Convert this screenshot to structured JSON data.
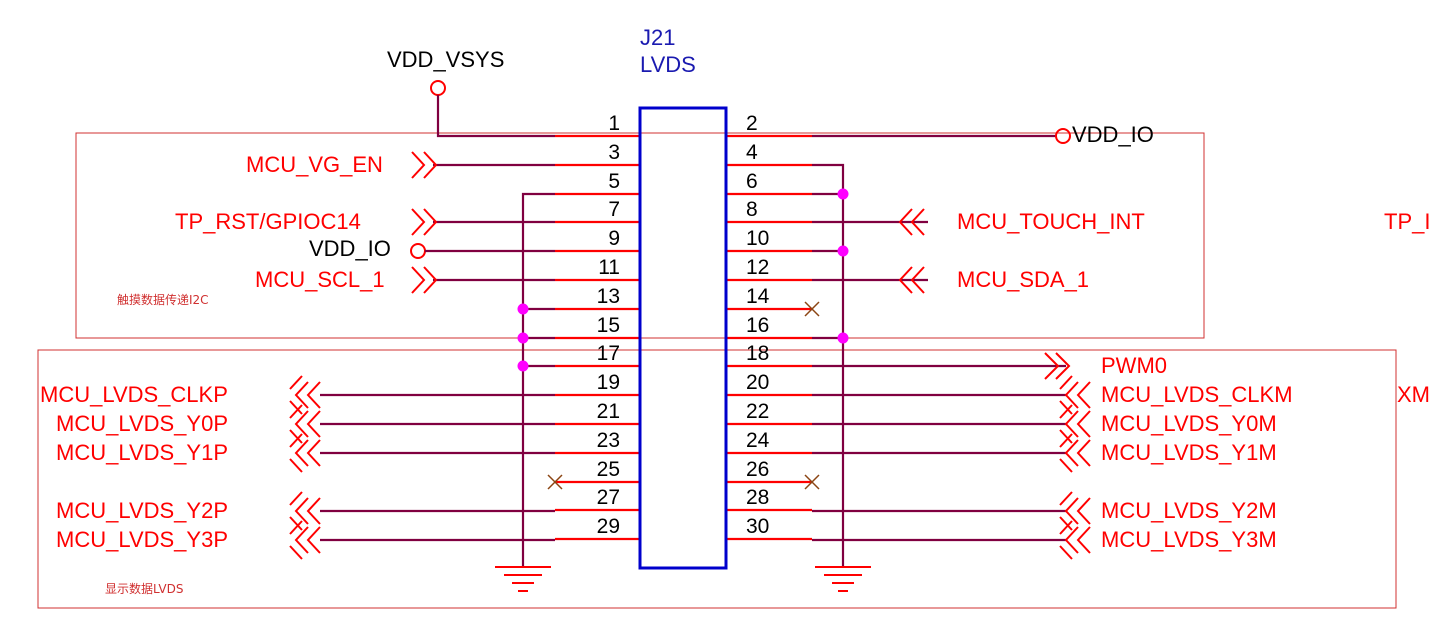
{
  "colors": {
    "wire": "#800040",
    "pin_stub": "#ff0000",
    "net_label": "#ff0000",
    "junction": "#ff00ff",
    "connector_body": "#0000cc",
    "reference_text": "#1a1ab0",
    "power_port": "#ff0000",
    "no_connect": "#8b4513",
    "group_box": "#d03030"
  },
  "connector": {
    "designator": "J21",
    "value": "LVDS"
  },
  "power": {
    "vsys": "VDD_VSYS",
    "vdd_io_right": "VDD_IO",
    "vdd_io_left": "VDD_IO"
  },
  "pins_left": [
    "1",
    "3",
    "5",
    "7",
    "9",
    "11",
    "13",
    "15",
    "17",
    "19",
    "21",
    "23",
    "25",
    "27",
    "29"
  ],
  "pins_right": [
    "2",
    "4",
    "6",
    "8",
    "10",
    "12",
    "14",
    "16",
    "18",
    "20",
    "22",
    "24",
    "26",
    "28",
    "30"
  ],
  "nets_left": {
    "vg_en": "MCU_VG_EN",
    "tp_rst": "TP_RST/GPIOC14",
    "scl": "MCU_SCL_1",
    "clkp": "MCU_LVDS_CLKP",
    "y0p": "MCU_LVDS_Y0P",
    "y1p": "MCU_LVDS_Y1P",
    "y2p": "MCU_LVDS_Y2P",
    "y3p": "MCU_LVDS_Y3P"
  },
  "nets_right": {
    "touch_int": "MCU_TOUCH_INT",
    "sda": "MCU_SDA_1",
    "pwm": "PWM0",
    "clkm": "MCU_LVDS_CLKM",
    "y0m": "MCU_LVDS_Y0M",
    "y1m": "MCU_LVDS_Y1M",
    "y2m": "MCU_LVDS_Y2M",
    "y3m": "MCU_LVDS_Y3M"
  },
  "clipped_labels": {
    "top": "TP_I",
    "mid": "XM"
  },
  "groups": {
    "i2c": "触摸数据传递I2C",
    "lvds": "显示数据LVDS"
  }
}
